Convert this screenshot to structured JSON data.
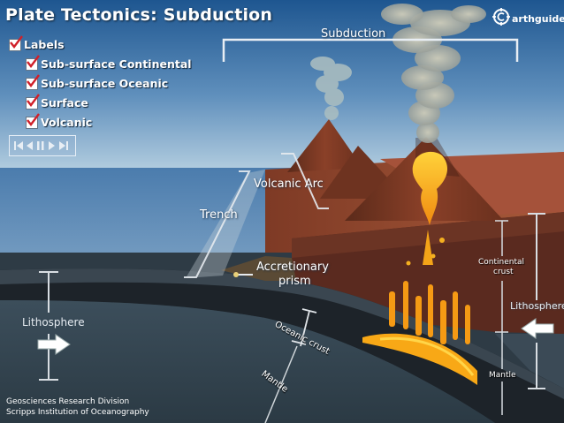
{
  "title": "Plate Tectonics: Subduction",
  "logo": {
    "text": "arthguide",
    "icon": "earth-compass-icon"
  },
  "checkboxes": [
    {
      "label": "Labels",
      "checked": true
    },
    {
      "label": "Sub-surface Continental",
      "checked": true
    },
    {
      "label": "Sub-surface Oceanic",
      "checked": true
    },
    {
      "label": "Surface",
      "checked": true
    },
    {
      "label": "Volcanic",
      "checked": true
    }
  ],
  "player": {
    "icons": [
      "skip-back-icon",
      "step-back-icon",
      "pause-icon",
      "play-icon",
      "skip-forward-icon"
    ]
  },
  "labels": {
    "subduction": "Subduction",
    "volcanic_arc": "Volcanic Arc",
    "trench": "Trench",
    "accretionary": "Accretionary",
    "prism": "prism",
    "lithosphere_left": "Lithosphere",
    "lithosphere_right": "Lithosphere",
    "continental": "Continental",
    "crust": "crust",
    "oceanic_crust": "Oceanic crust",
    "mantle_left": "Mantle",
    "mantle_right": "Mantle"
  },
  "credits": {
    "line1": "Geosciences Research Division",
    "line2": "Scripps Institution of Oceanography"
  },
  "colors": {
    "sky_top": "#1f5a92",
    "sky_bottom": "#a7c4da",
    "ocean": "#4f7fae",
    "land": "#9a4a30",
    "magma": "#f6a318",
    "checkmark": "#d0202a"
  }
}
